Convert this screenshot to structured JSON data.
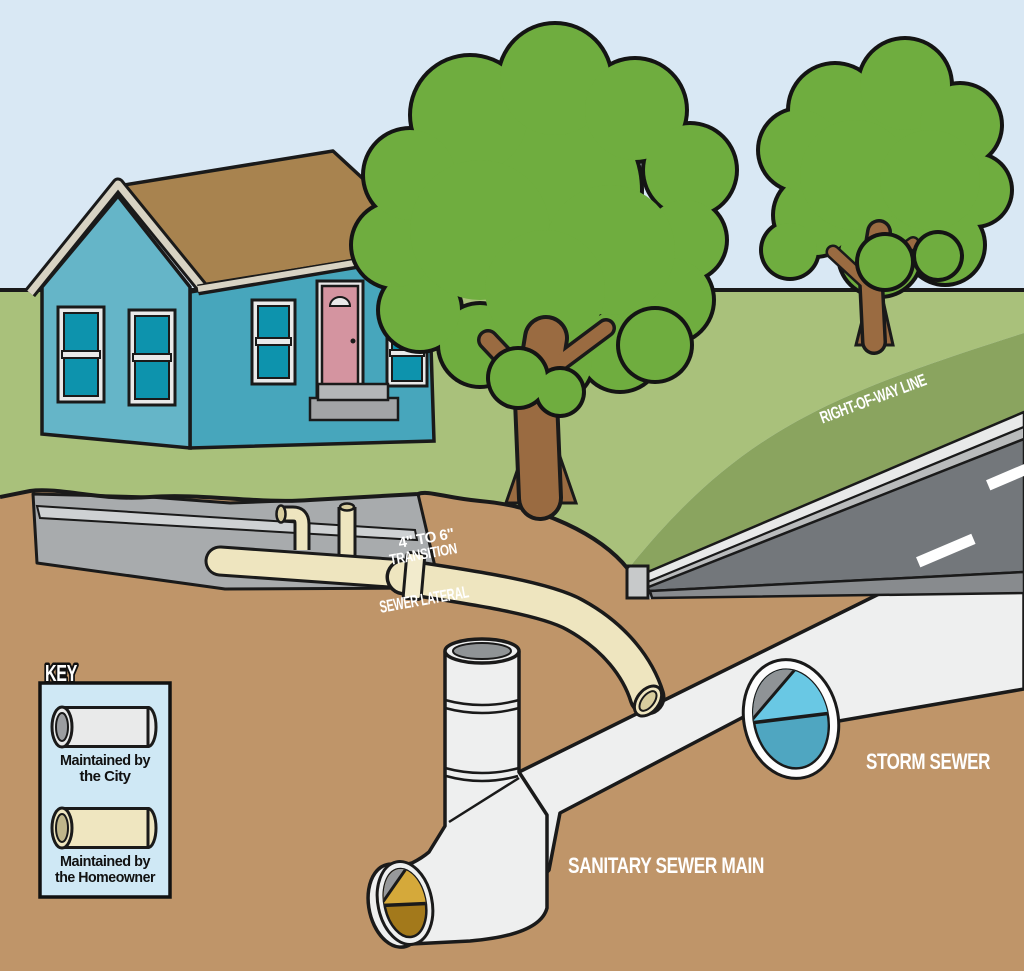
{
  "diagram": {
    "labels": {
      "right_of_way_line": "RIGHT-OF-WAY LINE",
      "transition_line1": "4\" TO 6\"",
      "transition_line2": "TRANSITION",
      "sewer_lateral": "SEWER LATERAL",
      "storm_sewer": "STORM SEWER",
      "sanitary_sewer_main": "SANITARY SEWER MAIN"
    },
    "key": {
      "title": "KEY",
      "items": [
        {
          "icon": "city-pipe-icon",
          "line1": "Maintained by",
          "line2": "the City"
        },
        {
          "icon": "homeowner-pipe-icon",
          "line1": "Maintained by",
          "line2": "the Homeowner"
        }
      ]
    },
    "colors": {
      "sky": "#d9e8f4",
      "grass": "#a9c17b",
      "grass_right_of_way": "#8aa45f",
      "dirt": "#bf9569",
      "road": "#73777b",
      "tree_foliage": "#6fad3f",
      "tree_trunk": "#9a6b41",
      "house_wall": "#65b5c8",
      "house_wall_shaded": "#47a6bc",
      "roof": "#a8834f",
      "door": "#d494a0",
      "window": "#0d93ad",
      "city_pipe": "#eeefef",
      "homeowner_pipe": "#eee5bf",
      "storm_water_light": "#69c8e4",
      "storm_water_dark": "#4fa6c1",
      "sewage_light": "#d5a93a",
      "sewage_dark": "#a3791b",
      "key_box": "#cfe8f5"
    }
  }
}
